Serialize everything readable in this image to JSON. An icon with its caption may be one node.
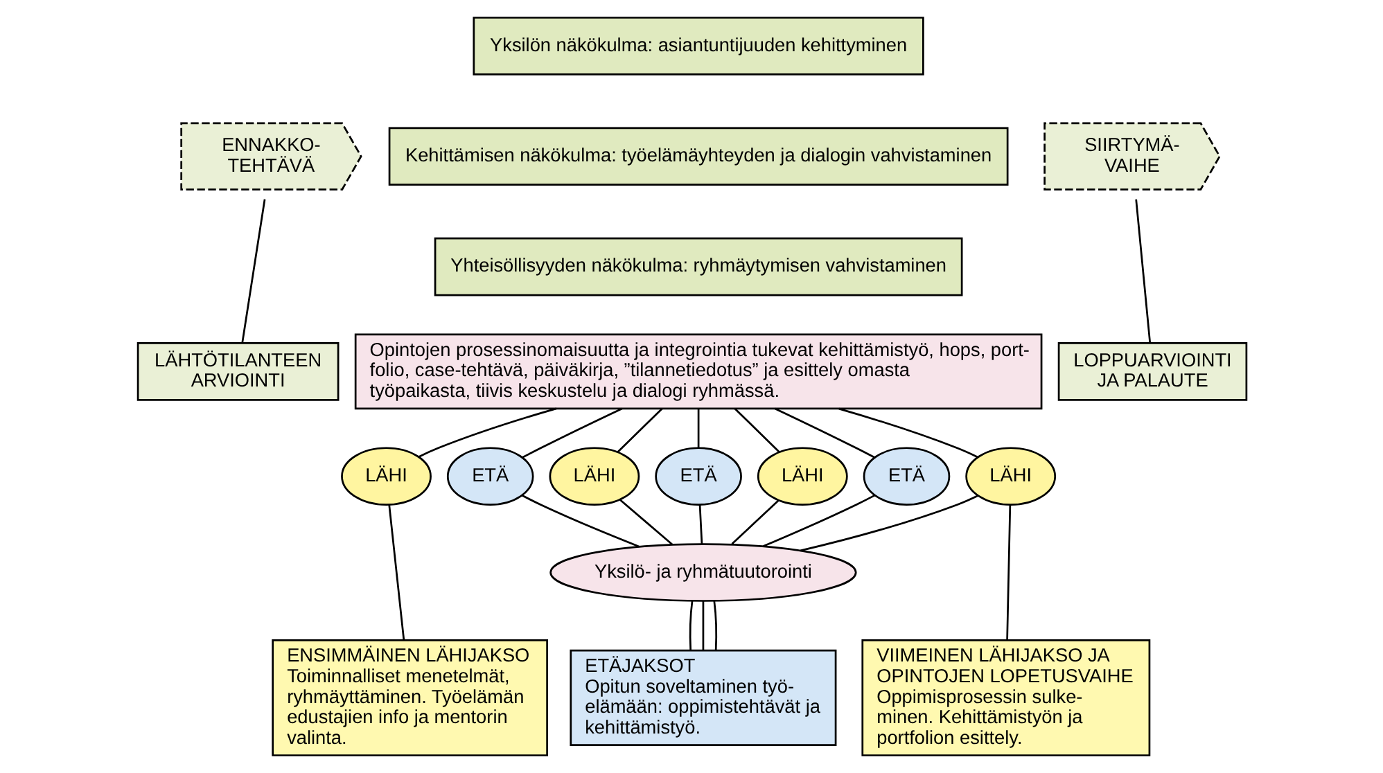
{
  "diagram": {
    "nodes": [
      {
        "text": [
          "ENNAKKO- TEHTÄVÄ"
        ]
      },
      {
        "text": [
          "Yksilön näkökulma: asiantuntijuuden kehittyminen"
        ]
      },
      {
        "text": [
          "Kehittämisen näkökulma: työelämäyhteyden ja dialogin vahvistaminen"
        ]
      },
      {
        "text": [
          "Yhteisöllisyyden näkökulma: ryhmäytymisen vahvistaminen"
        ]
      },
      {
        "text": [
          "SIIRTYMÄ- VAIHE"
        ]
      },
      {
        "text": [
          "LÄHTÖTILANTEEN ARVIOINTI"
        ]
      },
      {
        "text": [
          "Opintojen prosessinomaisuutta ja integrointia tukevat kehittämistyö, hops, port- folio, case-tehtävä, päiväkirja, ”tilannetiedotus” ja esittely omasta työpaikasta, tiivis keskustelu ja dialogi ryhmässä."
        ]
      },
      {
        "text": [
          "LOPPUARVIOINTI JA PALAUTE"
        ]
      },
      {
        "text": [
          "LÄHI"
        ]
      },
      {
        "text": [
          "ETÄ"
        ]
      },
      {
        "text": [
          "LÄHI"
        ]
      },
      {
        "text": [
          "ETÄ"
        ]
      },
      {
        "text": [
          "LÄHI"
        ]
      },
      {
        "text": [
          "ETÄ"
        ]
      },
      {
        "text": [
          "LÄHI"
        ]
      },
      {
        "text": [
          "Yksilö- ja ryhmätuutorointi"
        ]
      },
      {
        "text": [
          "ENSIMMÄINEN LÄHIJAKSO",
          "Toiminnalliset menetelmät, ryhmäyttäminen. Työelämän edustajien info ja mentorin valinta."
        ]
      },
      {
        "text": [
          "ETÄJAKSOT",
          "Opitun soveltaminen työ- elämään: oppimistehtävät ja kehittämistyö."
        ]
      },
      {
        "text": [
          "VIIMEINEN LÄHIJAKSO JA OPINTOJEN LOPETUSVAIHE",
          "Oppimisprosessin sulke- minen. Kehittämistyön ja portfolion esittely."
        ]
      }
    ],
    "edges": [
      {
        "from": 0,
        "to": 5,
        "arrow": "none"
      },
      {
        "from": 4,
        "to": 7,
        "arrow": "none"
      },
      {
        "from": 6,
        "to": 8,
        "arrow": "none"
      },
      {
        "from": 6,
        "to": 9,
        "arrow": "none"
      },
      {
        "from": 6,
        "to": 10,
        "arrow": "none"
      },
      {
        "from": 6,
        "to": 11,
        "arrow": "none"
      },
      {
        "from": 6,
        "to": 12,
        "arrow": "none"
      },
      {
        "from": 6,
        "to": 13,
        "arrow": "none"
      },
      {
        "from": 6,
        "to": 14,
        "arrow": "none"
      },
      {
        "from": 8,
        "to": 16,
        "arrow": "none"
      },
      {
        "from": 9,
        "to": 15,
        "arrow": "none"
      },
      {
        "from": 10,
        "to": 15,
        "arrow": "none"
      },
      {
        "from": 11,
        "to": 15,
        "arrow": "none"
      },
      {
        "from": 12,
        "to": 15,
        "arrow": "none"
      },
      {
        "from": 13,
        "to": 15,
        "arrow": "none"
      },
      {
        "from": 14,
        "to": 15,
        "arrow": "none"
      },
      {
        "from": 14,
        "to": 18,
        "arrow": "none"
      },
      {
        "from": 15,
        "to": 17,
        "arrow": "none"
      },
      {
        "from": 15,
        "to": 17,
        "arrow": "none"
      },
      {
        "from": 15,
        "to": 17,
        "arrow": "none"
      }
    ]
  }
}
